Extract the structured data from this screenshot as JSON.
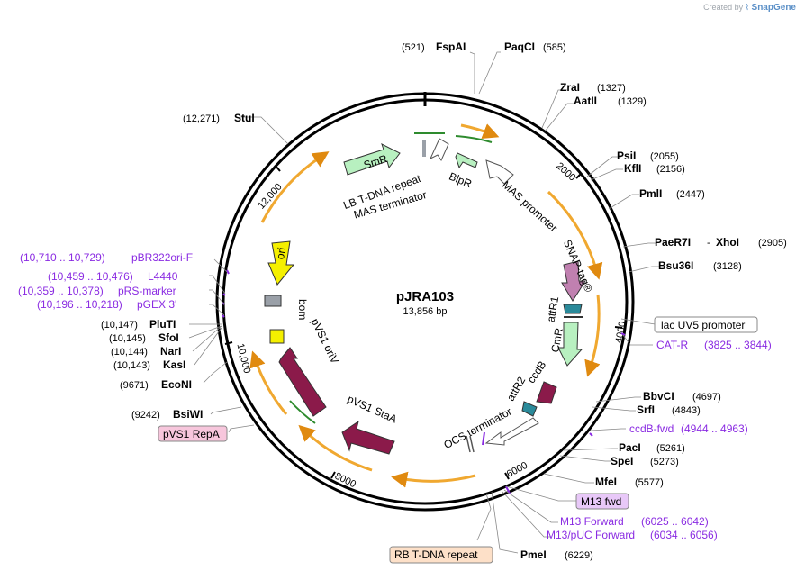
{
  "credit": {
    "prefix": "Created by",
    "brand": "SnapGene"
  },
  "plasmid": {
    "name": "pJRA103",
    "size": "13,856 bp"
  },
  "ticks": [
    "2000",
    "4000",
    "6000",
    "8000",
    "10,000",
    "12,000"
  ],
  "sites_top": [
    {
      "pos": "(521)",
      "name": "FspAI"
    },
    {
      "name": "PaqCI",
      "pos": "(585)"
    }
  ],
  "sites_right": [
    {
      "name": "ZraI",
      "pos": "(1327)"
    },
    {
      "name": "AatII",
      "pos": "(1329)"
    },
    {
      "name": "PsiI",
      "pos": "(2055)"
    },
    {
      "name": "KflI",
      "pos": "(2156)"
    },
    {
      "name": "PmlI",
      "pos": "(2447)"
    },
    {
      "name": "PaeR7I",
      "sep": "-",
      "name2": "XhoI",
      "pos": "(2905)"
    },
    {
      "name": "Bsu36I",
      "pos": "(3128)"
    },
    {
      "name": "BbvCI",
      "pos": "(4697)"
    },
    {
      "name": "SrfI",
      "pos": "(4843)"
    },
    {
      "name": "PacI",
      "pos": "(5261)"
    },
    {
      "name": "SpeI",
      "pos": "(5273)"
    },
    {
      "name": "MfeI",
      "pos": "(5577)"
    },
    {
      "name": "PmeI",
      "pos": "(6229)"
    }
  ],
  "sites_left": [
    {
      "pos": "(12,271)",
      "name": "StuI"
    },
    {
      "pos": "(10,147)",
      "name": "PluTI"
    },
    {
      "pos": "(10,145)",
      "name": "SfoI"
    },
    {
      "pos": "(10,144)",
      "name": "NarI"
    },
    {
      "pos": "(10,143)",
      "name": "KasI"
    },
    {
      "pos": "(9671)",
      "name": "EcoNI"
    },
    {
      "pos": "(9242)",
      "name": "BsiWI"
    }
  ],
  "primers": [
    {
      "range": "(10,710 .. 10,729)",
      "name": "pBR322ori-F"
    },
    {
      "range": "(10,459 .. 10,476)",
      "name": "L4440"
    },
    {
      "range": "(10,359 .. 10,378)",
      "name": "pRS-marker"
    },
    {
      "range": "(10,196 .. 10,218)",
      "name": "pGEX 3'"
    },
    {
      "name": "CAT-R",
      "range": "(3825 .. 3844)"
    },
    {
      "name": "ccdB-fwd",
      "range": "(4944 .. 4963)"
    },
    {
      "name": "M13 Forward",
      "range": "(6025 .. 6042)"
    },
    {
      "name": "M13/pUC Forward",
      "range": "(6034 .. 6056)"
    }
  ],
  "boxed_labels": {
    "lac_uv5": "lac UV5 promoter",
    "m13_fwd": "M13 fwd",
    "rb_tdna": "RB T-DNA repeat",
    "pvs1_repa": "pVS1 RepA"
  },
  "features": {
    "smr": "SmR",
    "lb_tdna": "LB T-DNA repeat",
    "mas_term": "MAS terminator",
    "blpr": "BlpR",
    "mas_prom": "MAS promoter",
    "snap": "SNAP-tag®",
    "attr1": "attR1",
    "cmr": "CmR",
    "ccdb": "ccdB",
    "attr2": "attR2",
    "ocs": "OCS terminator",
    "ori": "ori",
    "bom": "bom",
    "pvs1_oriv": "pVS1 oriV",
    "pvs1_staa": "pVS1 StaA"
  },
  "colors": {
    "backbone": "#000000",
    "orf_arrow": "#f0a830",
    "primer": "#8a2be2",
    "smr_fill": "#b8f0c0",
    "snap_fill": "#c080b0",
    "att_fill": "#2a8a9a",
    "ccdb_fill": "#8b1a4a",
    "ori_fill": "#f5f000",
    "pvs1_fill": "#8b1a4a",
    "bom_fill": "#9aa0a8",
    "rb_box": "#fde0c8",
    "repa_box": "#f7c6dc",
    "m13_box": "#e8c8f8"
  }
}
